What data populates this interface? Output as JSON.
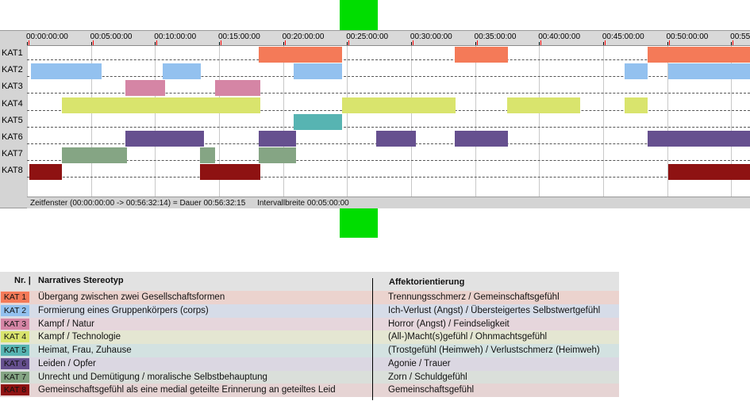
{
  "timeline": {
    "ticks": [
      "00:00:00:00",
      "00:05:00:00",
      "00:10:00:00",
      "00:15:00:00",
      "00:20:00:00",
      "00:25:00:00",
      "00:30:00:00",
      "00:35:00:00",
      "00:40:00:00",
      "00:45:00:00",
      "00:50:00:00",
      "00:55"
    ],
    "row_labels": [
      "KAT1",
      "KAT2",
      "KAT3",
      "KAT4",
      "KAT5",
      "KAT6",
      "KAT7",
      "KAT8"
    ],
    "status": {
      "window": "Zeitfenster (00:00:00:00 -> 00:56:32:14) = Dauer 00:56:32:15",
      "interval": "Intervallbreite 00:05:00:00"
    },
    "visible_range_minutes": [
      0,
      56.6
    ],
    "tracks": [
      {
        "row": "KAT1",
        "color": "#f47a58",
        "segments": [
          [
            18.1,
            24.6
          ],
          [
            33.4,
            37.6
          ],
          [
            48.5,
            56.6
          ]
        ]
      },
      {
        "row": "KAT2",
        "color": "#93c1ef",
        "segments": [
          [
            0.3,
            5.8
          ],
          [
            10.6,
            13.6
          ],
          [
            20.8,
            24.6
          ],
          [
            46.7,
            48.5
          ],
          [
            50.1,
            56.6
          ]
        ]
      },
      {
        "row": "KAT3",
        "color": "#d585a5",
        "segments": [
          [
            7.7,
            10.8
          ],
          [
            14.7,
            18.2
          ]
        ]
      },
      {
        "row": "KAT4",
        "color": "#d9e46d",
        "segments": [
          [
            2.7,
            18.2
          ],
          [
            24.6,
            33.5
          ],
          [
            37.5,
            43.2
          ],
          [
            46.7,
            48.5
          ]
        ]
      },
      {
        "row": "KAT5",
        "color": "#57b4b2",
        "segments": [
          [
            20.8,
            24.6
          ]
        ]
      },
      {
        "row": "KAT6",
        "color": "#66508f",
        "segments": [
          [
            7.7,
            13.8
          ],
          [
            18.1,
            21.0
          ],
          [
            27.3,
            30.4
          ],
          [
            33.4,
            37.6
          ],
          [
            48.5,
            56.6
          ]
        ]
      },
      {
        "row": "KAT7",
        "color": "#85a584",
        "segments": [
          [
            2.7,
            7.8
          ],
          [
            13.5,
            14.7
          ],
          [
            18.1,
            21.0
          ]
        ]
      },
      {
        "row": "KAT8",
        "color": "#8e1212",
        "segments": [
          [
            0.2,
            2.7
          ],
          [
            13.5,
            18.2
          ],
          [
            50.1,
            56.6
          ]
        ]
      }
    ]
  },
  "legend": {
    "header": {
      "nr": "Nr. |",
      "stereotyp": "Narratives Stereotyp",
      "affekt": "Affektorientierung"
    },
    "rows": [
      {
        "kat": "KAT 1",
        "color": "#f47a58",
        "row_bg": "#ebd3ce",
        "stereotyp": "Übergang zwischen zwei Gesellschaftsformen",
        "affekt": "Trennungsschmerz / Gemeinschaftsgefühl"
      },
      {
        "kat": "KAT 2",
        "color": "#93c1ef",
        "row_bg": "#d6dce8",
        "stereotyp": "Formierung eines Gruppenkörpers (corps)",
        "affekt": "Ich-Verlust (Angst) / Übersteigertes Selbstwertgefühl"
      },
      {
        "kat": "KAT 3",
        "color": "#d585a5",
        "row_bg": "#e6d6dc",
        "stereotyp": "Kampf / Natur",
        "affekt": "Horror (Angst) / Feindseligkeit"
      },
      {
        "kat": "KAT 4",
        "color": "#d9e46d",
        "row_bg": "#e4e6d2",
        "stereotyp": "Kampf / Technologie",
        "affekt": "(All-)Macht(s)gefühl / Ohnmachtsgefühl"
      },
      {
        "kat": "KAT 5",
        "color": "#57b4b2",
        "row_bg": "#d3e2e1",
        "stereotyp": "Heimat, Frau, Zuhause",
        "affekt": "(Trostgefühl (Heimweh) / Verlustschmerz (Heimweh)"
      },
      {
        "kat": "KAT 6",
        "color": "#66508f",
        "row_bg": "#dbd7e2",
        "stereotyp": "Leiden / Opfer",
        "affekt": "Agonie / Trauer"
      },
      {
        "kat": "KAT 7",
        "color": "#85a584",
        "row_bg": "#dadfda",
        "stereotyp": "Unrecht und Demütigung / moralische Selbstbehauptung",
        "affekt": "Zorn / Schuldgefühl"
      },
      {
        "kat": "KAT 8",
        "color": "#8e1212",
        "row_bg": "#e6d4d4",
        "stereotyp": "Gemeinschaftsgefühl als eine medial geteilte Erinnerung an geteiltes Leid",
        "affekt": "Gemeinschaftsgefühl"
      }
    ]
  }
}
